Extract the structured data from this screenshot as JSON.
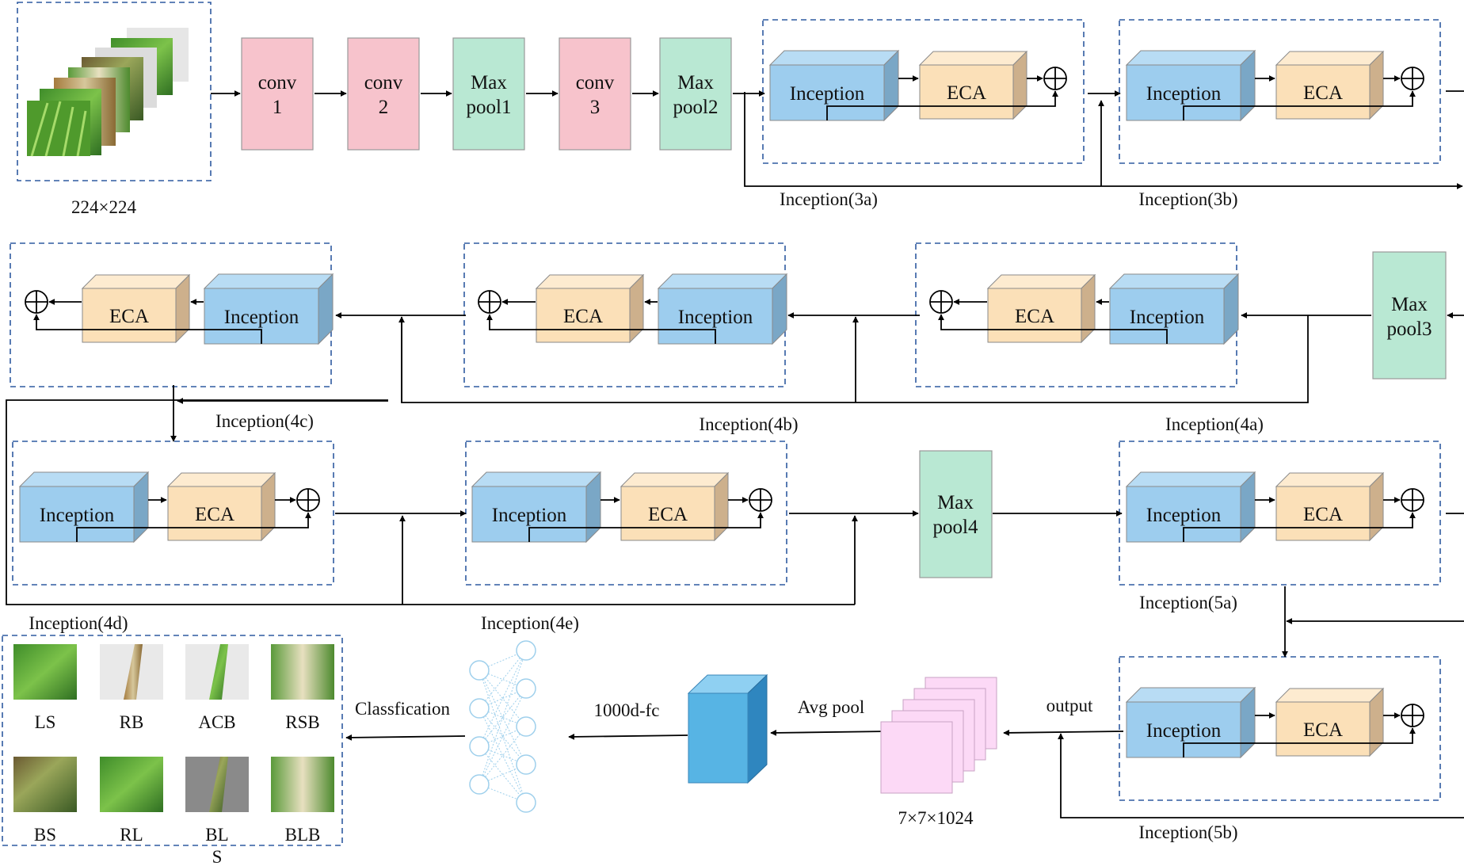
{
  "input": {
    "size_label": "224×224"
  },
  "stem": [
    {
      "l1": "conv",
      "l2": "1"
    },
    {
      "l1": "conv",
      "l2": "2"
    },
    {
      "l1": "Max",
      "l2": "pool1"
    },
    {
      "l1": "conv",
      "l2": "3"
    },
    {
      "l1": "Max",
      "l2": "pool2"
    }
  ],
  "modules": {
    "inception": "Inception",
    "eca": "ECA"
  },
  "groups": {
    "g3a": "Inception(3a)",
    "g3b": "Inception(3b)",
    "g4a": "Inception(4a)",
    "g4b": "Inception(4b)",
    "g4c": "Inception(4c)",
    "g4d": "Inception(4d)",
    "g4e": "Inception(4e)",
    "g5a": "Inception(5a)",
    "g5b": "Inception(5b)"
  },
  "pools": {
    "pool3": {
      "l1": "Max",
      "l2": "pool3"
    },
    "pool4": {
      "l1": "Max",
      "l2": "pool4"
    }
  },
  "tail": {
    "output": "output",
    "feature_size": "7×7×1024",
    "avg_pool": "Avg pool",
    "fc": "1000d-fc",
    "classification": "Classfication"
  },
  "classes": [
    {
      "label": "LS"
    },
    {
      "label": "RB"
    },
    {
      "label": "ACB"
    },
    {
      "label": "RSB"
    },
    {
      "label": "BS"
    },
    {
      "label": "RL"
    },
    {
      "label": "BL",
      "label2": "S"
    },
    {
      "label": "BLB"
    }
  ],
  "colors": {
    "conv": "#f7c3cc",
    "pool": "#b9e8d3",
    "inception_front": "#9dcdee",
    "inception_top": "#b8dcf4",
    "inception_side": "#7aa7c6",
    "eca_front": "#fbe0b8",
    "eca_top": "#fdebd0",
    "eca_side": "#cdb08c",
    "dashed_border": "#2e5aa0",
    "feature_map": "#fcd9f6",
    "fc_block": "#57b4e4",
    "nn_nodes": "#9fd0ec"
  }
}
